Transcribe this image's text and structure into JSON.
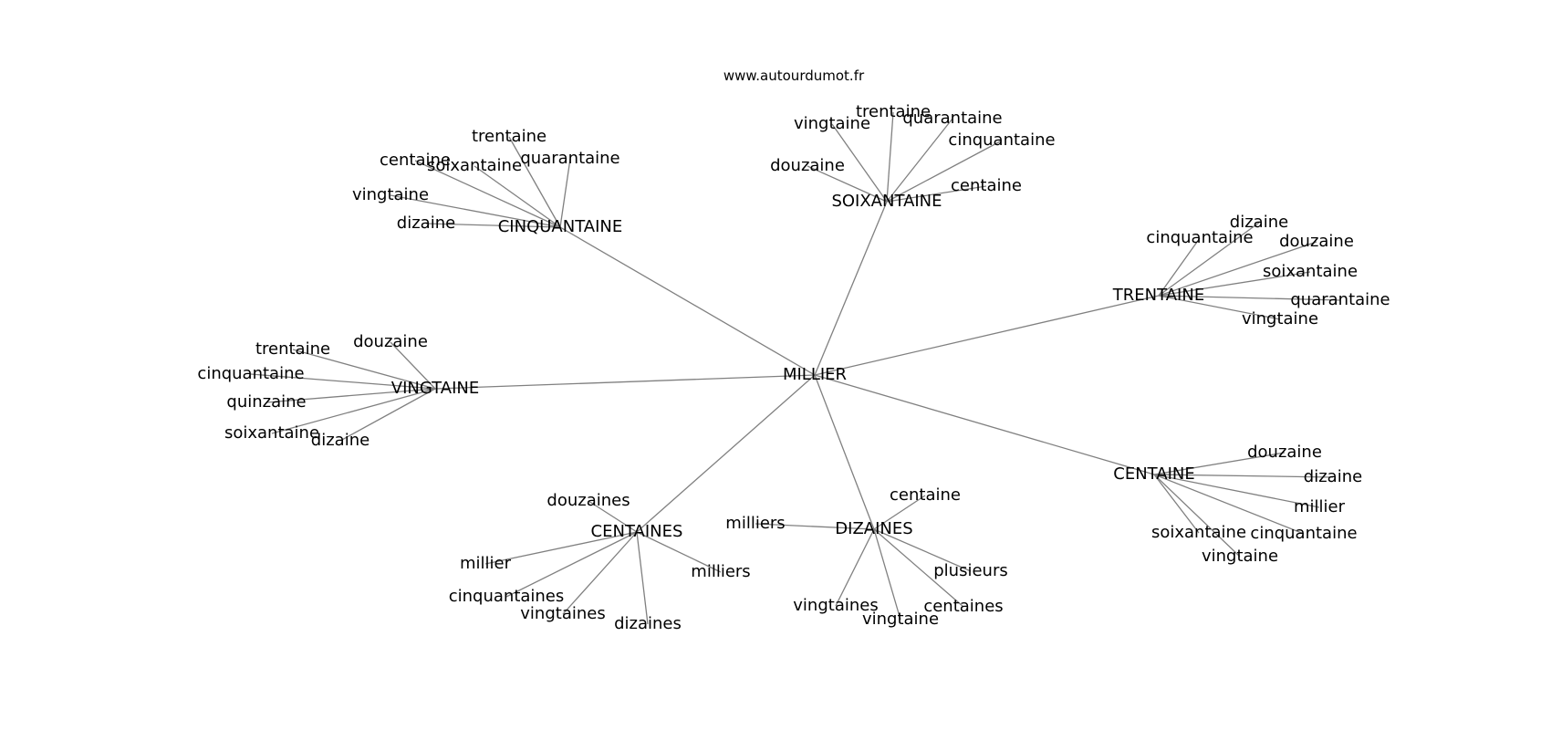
{
  "source": "www.autourdumot.fr",
  "graph": {
    "center": "MILLIER",
    "hubs": [
      {
        "label": "CINQUANTAINE",
        "leaves": [
          "trentaine",
          "centaine",
          "soixantaine",
          "quarantaine",
          "vingtaine",
          "dizaine"
        ]
      },
      {
        "label": "SOIXANTAINE",
        "leaves": [
          "trentaine",
          "vingtaine",
          "quarantaine",
          "cinquantaine",
          "douzaine",
          "centaine"
        ]
      },
      {
        "label": "TRENTAINE",
        "leaves": [
          "dizaine",
          "cinquantaine",
          "douzaine",
          "soixantaine",
          "quarantaine",
          "vingtaine"
        ]
      },
      {
        "label": "VINGTAINE",
        "leaves": [
          "douzaine",
          "trentaine",
          "cinquantaine",
          "quinzaine",
          "soixantaine",
          "dizaine"
        ]
      },
      {
        "label": "CENTAINE",
        "leaves": [
          "douzaine",
          "dizaine",
          "millier",
          "cinquantaine",
          "soixantaine",
          "vingtaine"
        ]
      },
      {
        "label": "CENTAINES",
        "leaves": [
          "douzaines",
          "millier",
          "milliers",
          "cinquantaines",
          "vingtaines",
          "dizaines"
        ]
      },
      {
        "label": "DIZAINES",
        "leaves": [
          "centaine",
          "milliers",
          "plusieurs",
          "vingtaines",
          "centaines",
          "vingtaine"
        ]
      }
    ]
  },
  "colors": {
    "edge": "#808080",
    "text": "#000000",
    "background": "#ffffff"
  }
}
